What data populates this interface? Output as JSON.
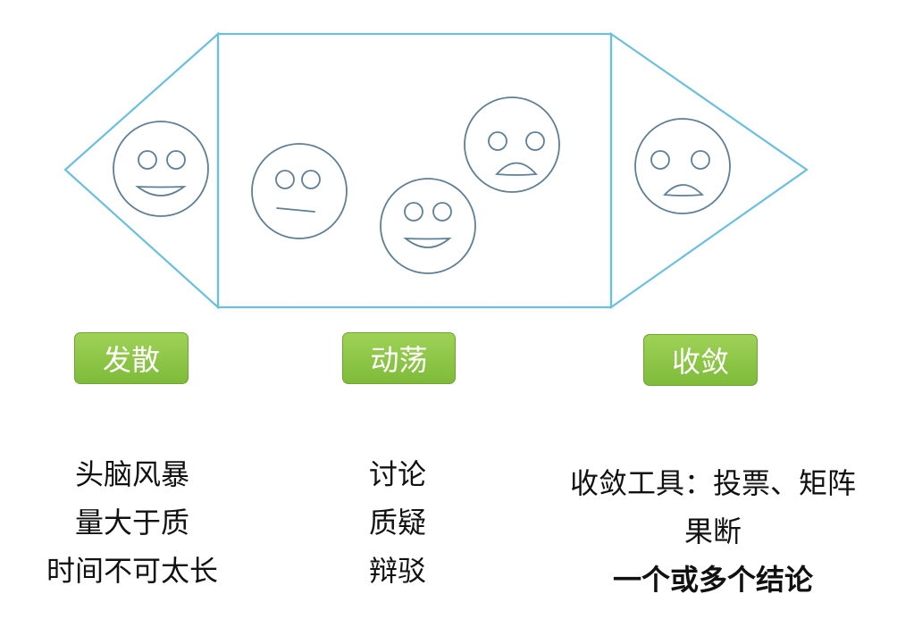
{
  "diagram": {
    "stroke_color": "#6bbfdf",
    "face_color": "#5d7f97",
    "badge_color": "#8cc84b",
    "faces": [
      {
        "stage": "diverge",
        "mood": "smile"
      },
      {
        "stage": "turbulence",
        "mood": "neutral"
      },
      {
        "stage": "turbulence",
        "mood": "smile"
      },
      {
        "stage": "turbulence",
        "mood": "sad"
      },
      {
        "stage": "converge",
        "mood": "sad"
      }
    ]
  },
  "stages": {
    "diverge": {
      "label": "发散",
      "lines": [
        "头脑风暴",
        "量大于质",
        "时间不可太长"
      ]
    },
    "turbulence": {
      "label": "动荡",
      "lines": [
        "讨论",
        "质疑",
        "辩驳"
      ]
    },
    "converge": {
      "label": "收敛",
      "lines": [
        "收敛工具：投票、矩阵",
        "果断",
        "一个或多个结论"
      ]
    }
  }
}
